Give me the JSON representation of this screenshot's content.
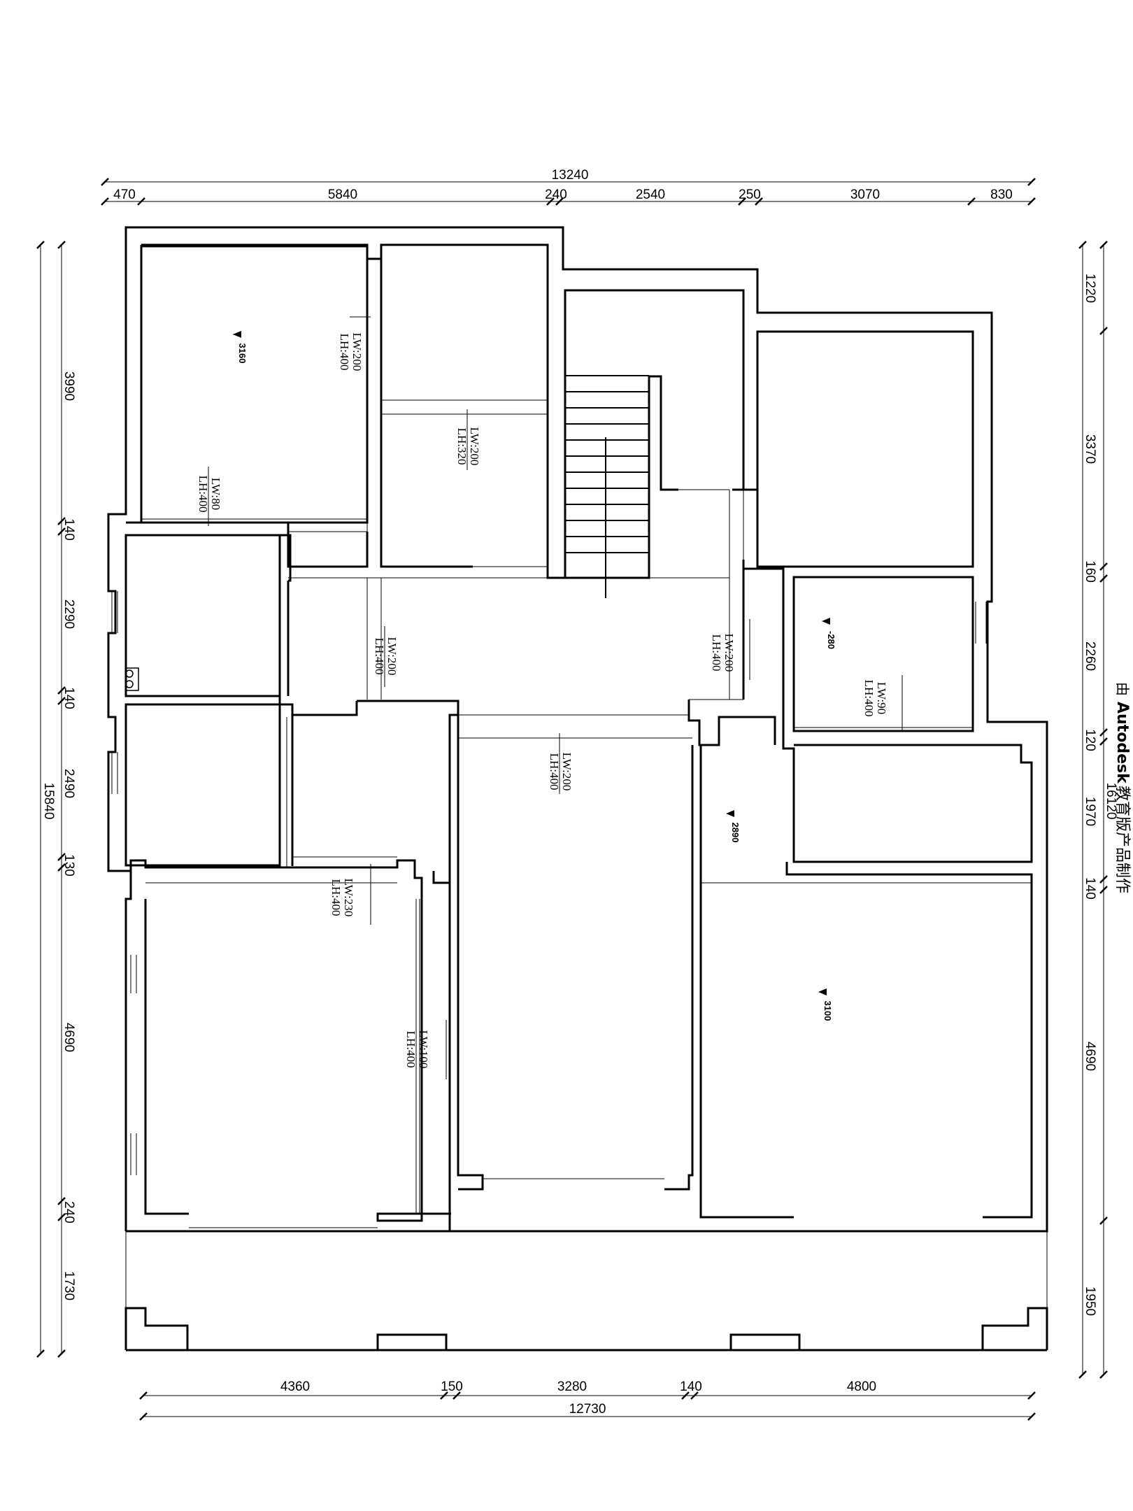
{
  "watermark": {
    "brand": "Autodesk",
    "line_text": "教育版产品制作",
    "prefix_glyph": "由"
  },
  "dimensions": {
    "top_total": "13240",
    "top_segments": [
      "470",
      "5840",
      "240",
      "2540",
      "250",
      "3070",
      "830"
    ],
    "bottom_total": "12730",
    "bottom_segments": [
      "4360",
      "150",
      "3280",
      "140",
      "4800"
    ],
    "left_total": "15840",
    "left_segments": [
      "3990",
      "140",
      "2290",
      "140",
      "2490",
      "130",
      "4690",
      "240",
      "1730"
    ],
    "right_total": "16120",
    "right_segments": [
      "1220",
      "3370",
      "160",
      "2260",
      "120",
      "1970",
      "140",
      "4690",
      "1950"
    ]
  },
  "beam_notes": [
    {
      "lw": "LW:200",
      "lh": "LH:400"
    },
    {
      "lw": "LW:200",
      "lh": "LH:320"
    },
    {
      "lw": "LW:80",
      "lh": "LH:400"
    },
    {
      "lw": "LW:200",
      "lh": "LH:400"
    },
    {
      "lw": "LW:200",
      "lh": "LH:400"
    },
    {
      "lw": "LW:90",
      "lh": "LH:400"
    },
    {
      "lw": "LW:200",
      "lh": "LH:400"
    },
    {
      "lw": "LW:230",
      "lh": "LH:400"
    },
    {
      "lw": "LW:100",
      "lh": "LH:400"
    }
  ],
  "levels": [
    "3160",
    "-280",
    "2890",
    "3100"
  ]
}
